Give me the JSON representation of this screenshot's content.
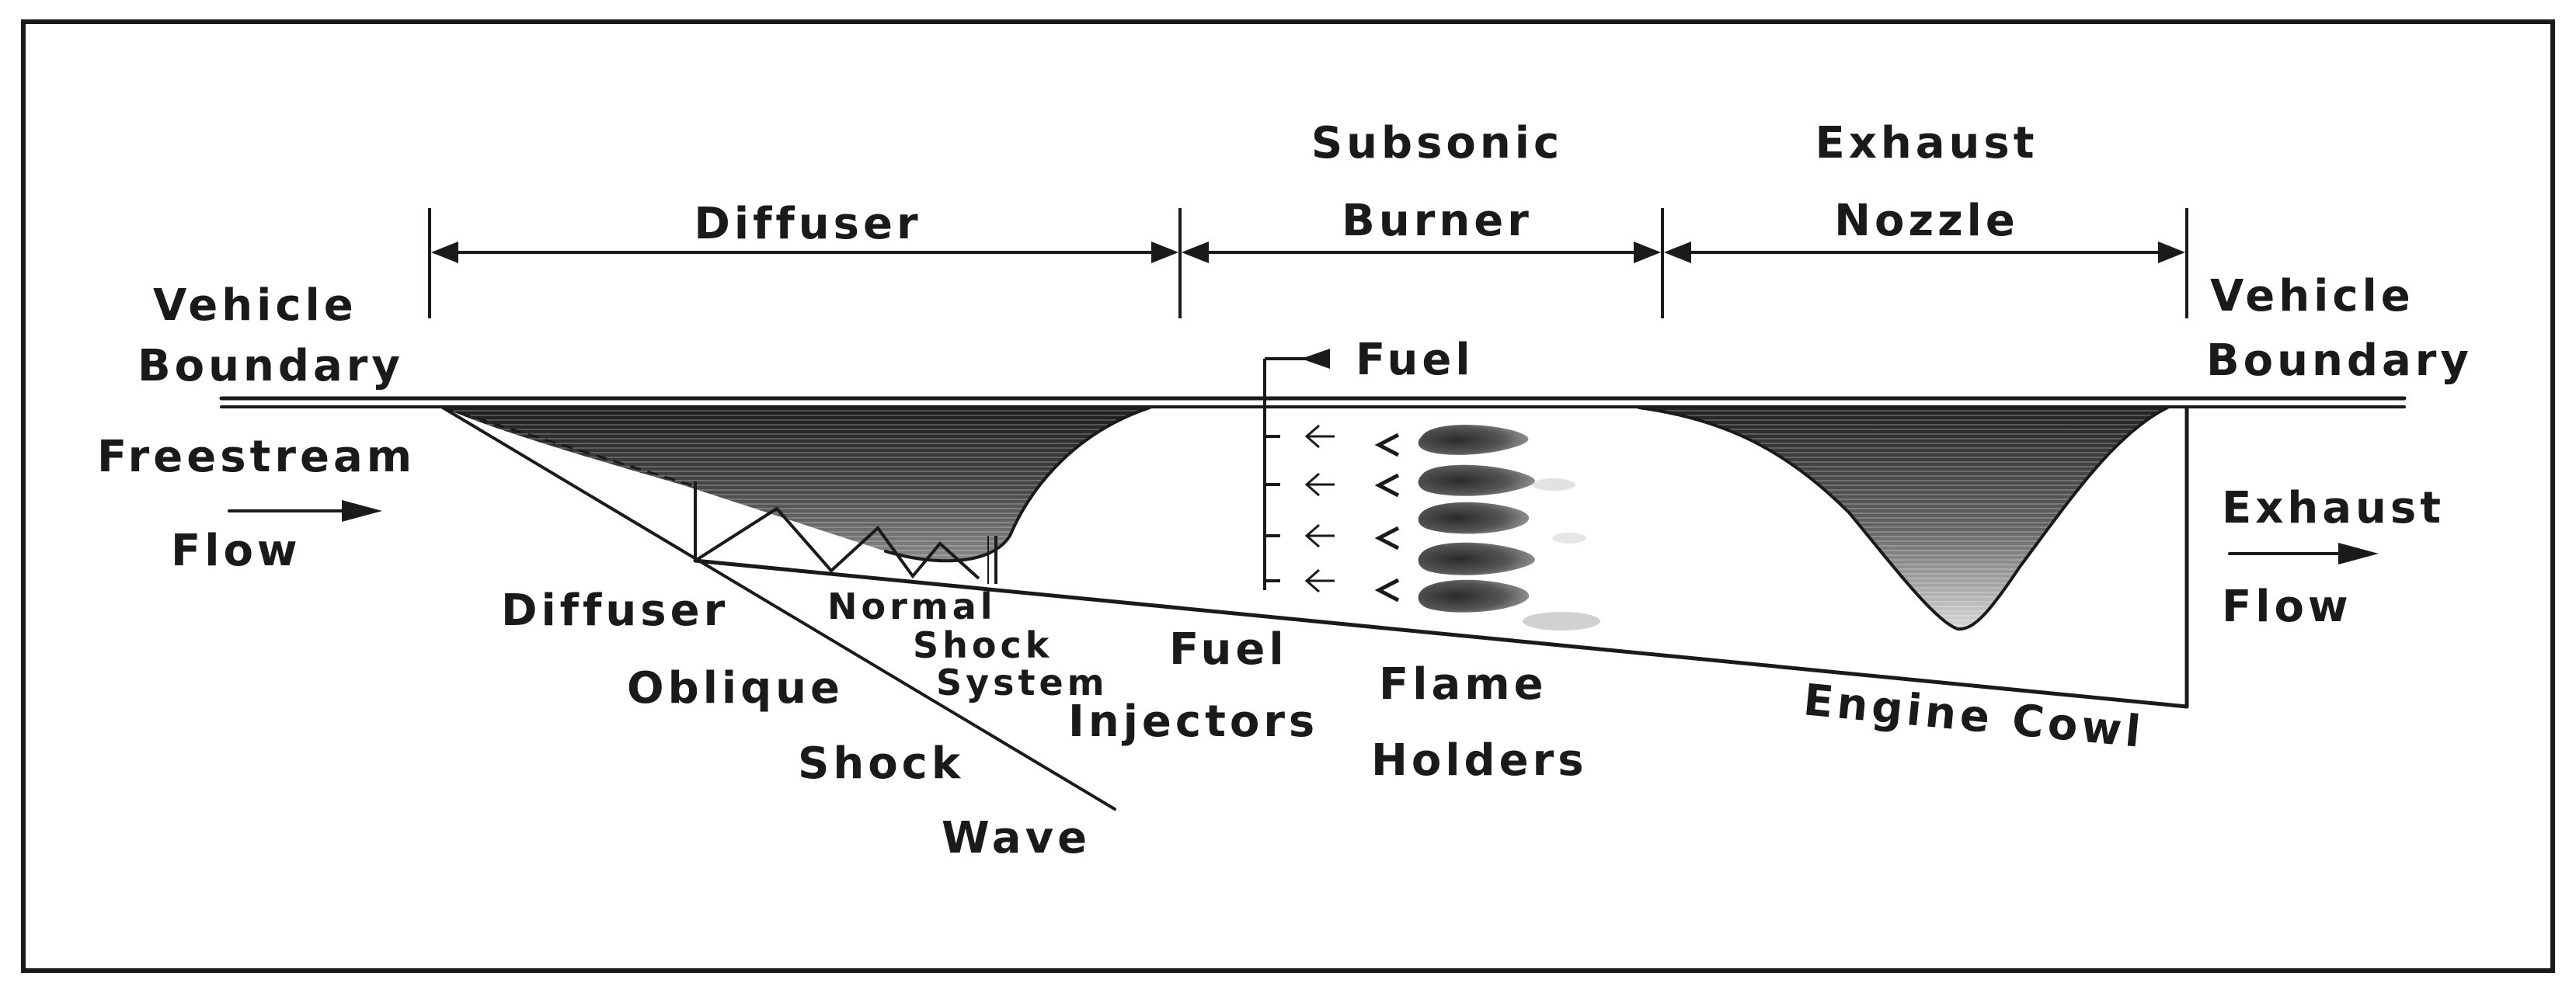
{
  "sections": {
    "diffuser": "Diffuser",
    "burner_line1": "Subsonic",
    "burner_line2": "Burner",
    "nozzle_line1": "Exhaust",
    "nozzle_line2": "Nozzle"
  },
  "labels": {
    "vehicle_boundary_left_1": "Vehicle",
    "vehicle_boundary_left_2": "Boundary",
    "vehicle_boundary_right_1": "Vehicle",
    "vehicle_boundary_right_2": "Boundary",
    "freestream_1": "Freestream",
    "freestream_2": "Flow",
    "exhaust_1": "Exhaust",
    "exhaust_2": "Flow",
    "fuel": "Fuel",
    "diffuser_bottom": "Diffuser",
    "oblique_1": "Oblique",
    "oblique_2": "Shock",
    "oblique_3": "Wave",
    "normal_1": "Normal",
    "normal_2": "Shock",
    "normal_3": "System",
    "injectors_1": "Fuel",
    "injectors_2": "Injectors",
    "flame_1": "Flame",
    "flame_2": "Holders",
    "engine_cowl": "Engine Cowl"
  },
  "colors": {
    "ink": "#1a1a1a",
    "background": "#ffffff"
  }
}
